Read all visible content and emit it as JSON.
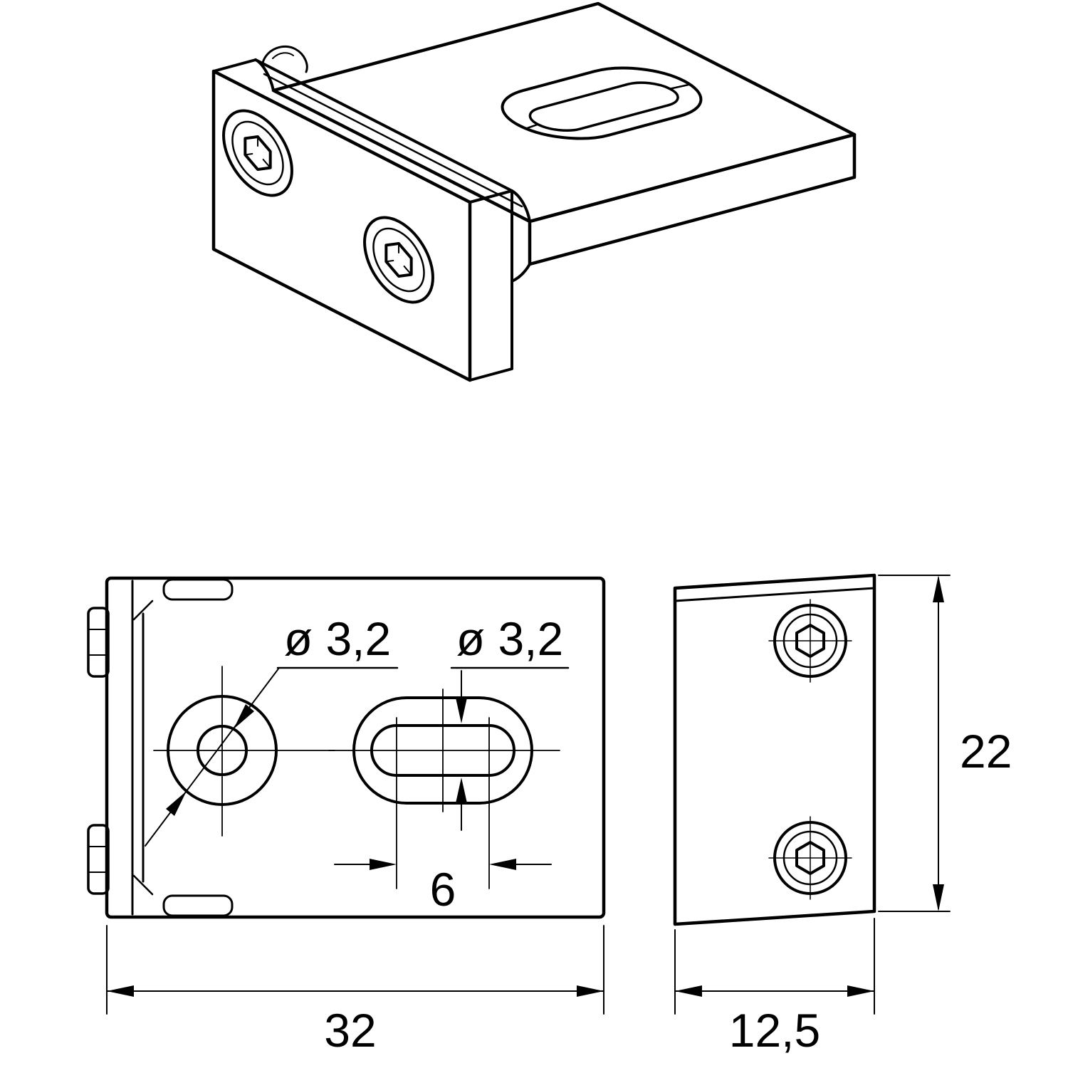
{
  "drawing": {
    "type": "dimensioned part drawing",
    "part": "clamping bracket with counterbored hole and slot",
    "views": {
      "isometric": {
        "label": "isometric view"
      },
      "plan": {
        "dim_hole_dia": "ø 3,2",
        "dim_slot_dia": "ø 3,2",
        "dim_slot_length": "6",
        "dim_overall_length": "32"
      },
      "side": {
        "dim_overall_height": "22",
        "dim_overall_depth": "12,5"
      }
    },
    "colors": {
      "line": "#000000",
      "background": "#ffffff"
    }
  }
}
